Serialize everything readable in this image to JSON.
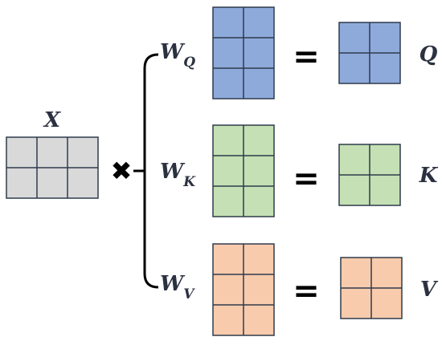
{
  "matrices": {
    "input": {
      "label": "X",
      "color": "#d9d9d9"
    },
    "weights": [
      {
        "label": "W",
        "sub": "Q",
        "color": "#8eaadb"
      },
      {
        "label": "W",
        "sub": "K",
        "color": "#c5e0b4"
      },
      {
        "label": "W",
        "sub": "V",
        "color": "#f8cbad"
      }
    ],
    "outputs": [
      {
        "label": "Q",
        "color": "#8eaadb"
      },
      {
        "label": "K",
        "color": "#c5e0b4"
      },
      {
        "label": "V",
        "color": "#f8cbad"
      }
    ]
  },
  "operators": {
    "multiply": "✖",
    "equals": "="
  },
  "colors": {
    "grid_line": "#2f3b4c",
    "bracket": "#000000"
  }
}
